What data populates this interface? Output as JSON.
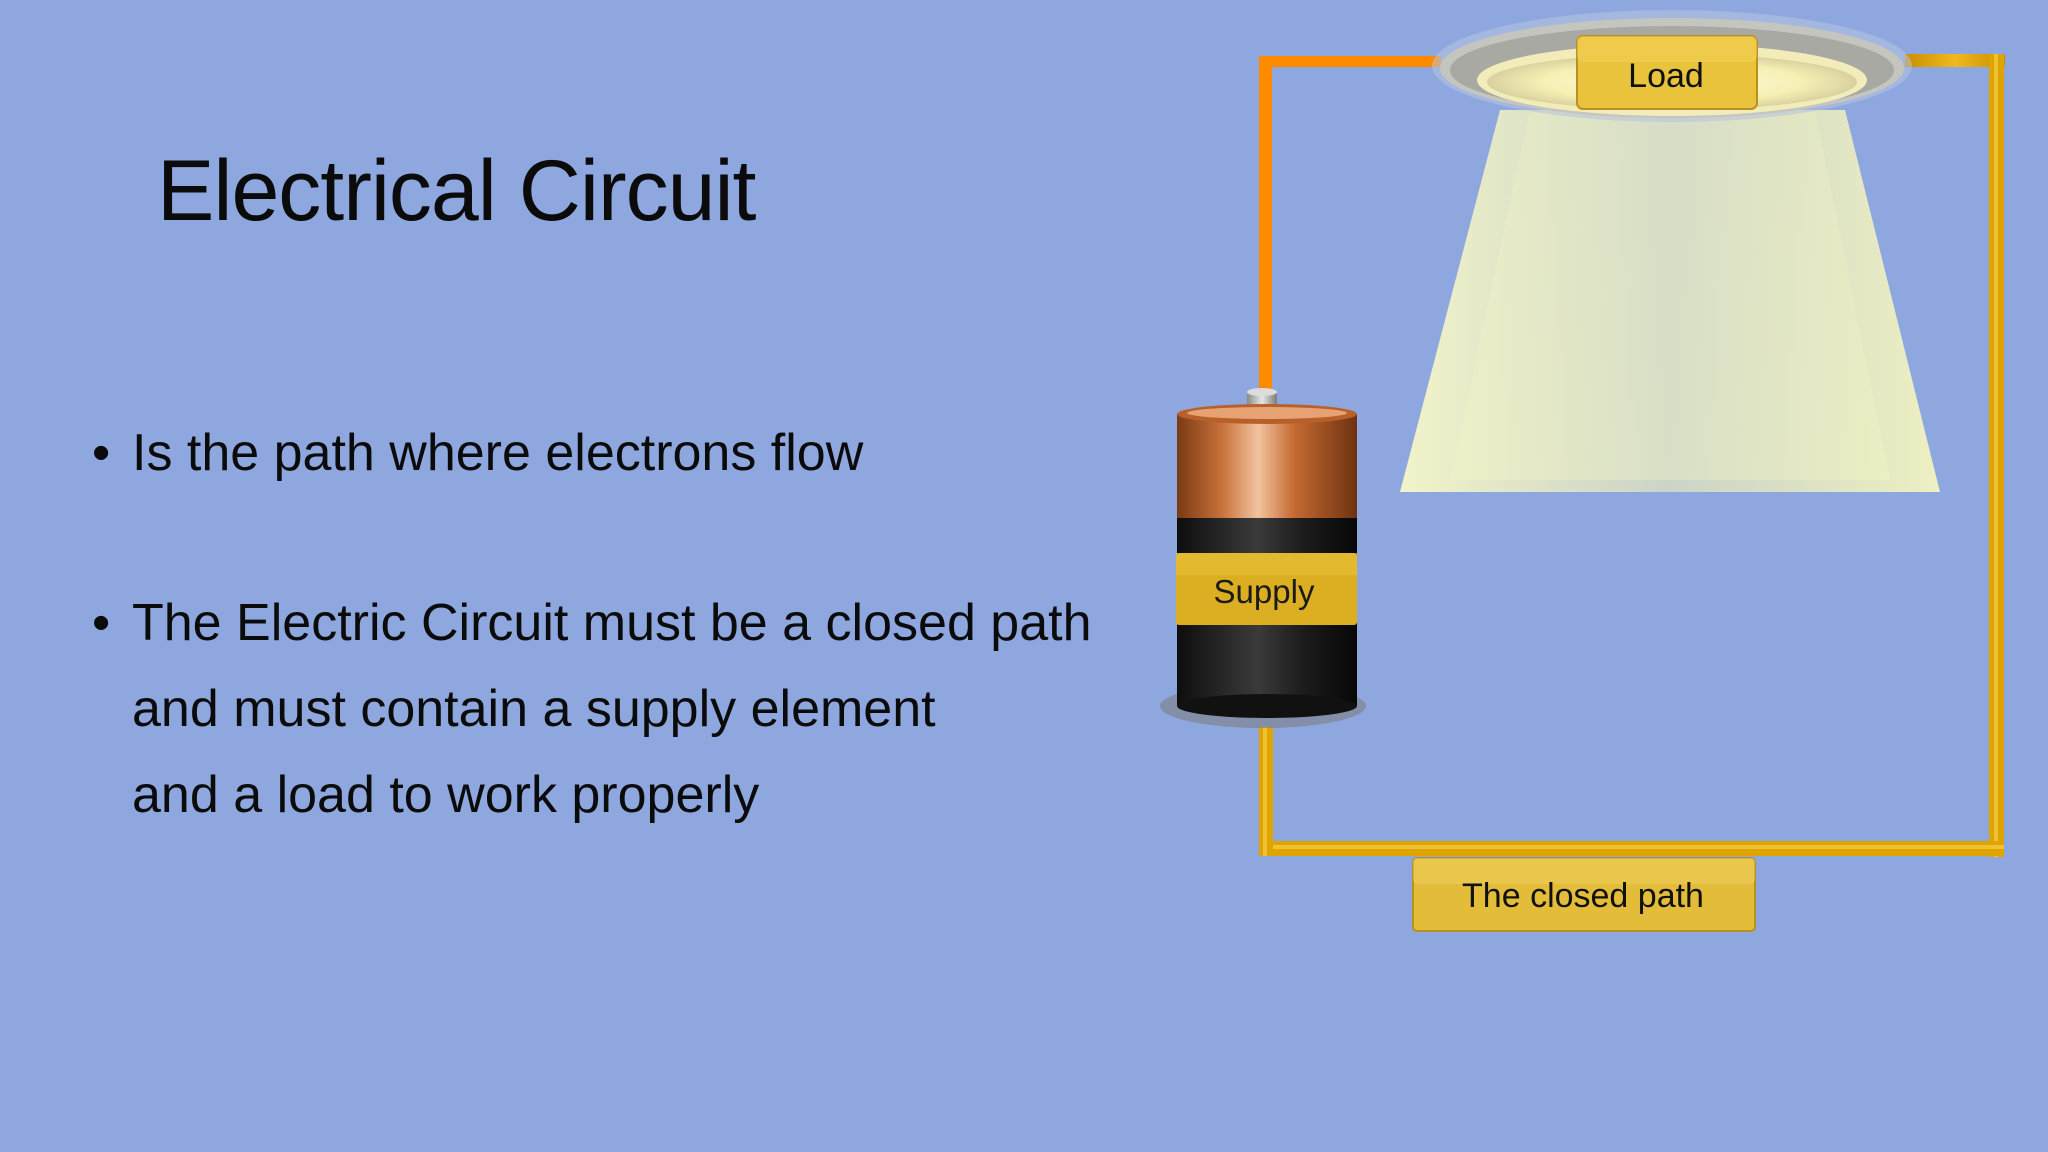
{
  "slide": {
    "title": "Electrical Circuit",
    "bullets": [
      {
        "lines": [
          "Is the path where electrons flow"
        ]
      },
      {
        "lines": [
          "The Electric Circuit must be a closed path",
          "and must contain a supply element",
          "and a load to work properly"
        ]
      }
    ]
  },
  "diagram": {
    "load_label": "Load",
    "supply_label": "Supply",
    "path_label": "The closed path",
    "colors": {
      "background": "#8ea8df",
      "wire_orange": "#ff8c00",
      "wire_gold": "#e0a400",
      "label_fill": "#e3bd3a",
      "light_beam": "#f4f5c2",
      "battery_copper": "#c8713a",
      "battery_body": "#1b1b1b"
    },
    "icons": [
      "lamp-icon",
      "battery-icon"
    ]
  }
}
